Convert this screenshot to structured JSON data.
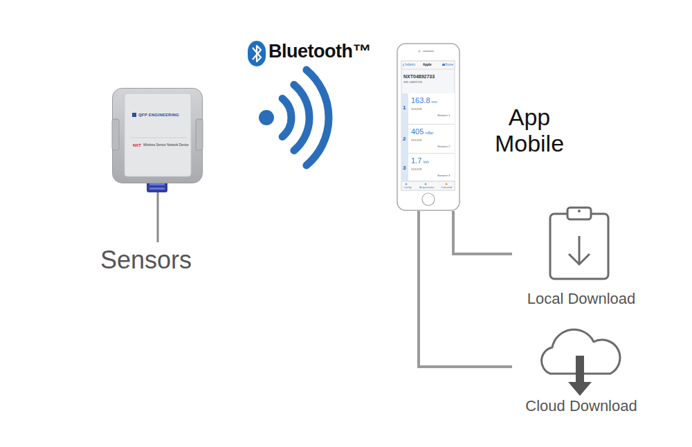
{
  "diagram": {
    "nodes": [
      {
        "text": [
          "QFP ENGINEERING",
          "NXT",
          "Wireless Sensor Network Device"
        ]
      },
      {
        "text": [
          "App Mobile",
          "Indietro",
          "Apple",
          "Home",
          "NXT04892733",
          "S/N: 04892733",
          "Config",
          "Acquisizioni",
          "Comandi"
        ]
      },
      {
        "text": [
          "1",
          "163.8",
          "mm",
          "11/12/18",
          "Sensore 1"
        ],
        "in": 1
      },
      {
        "text": [
          "2",
          "405",
          "mBar",
          "11/12/18",
          "Sensore 2"
        ],
        "in": 1
      },
      {
        "text": [
          "3",
          "1.7",
          "Volt",
          "11/12/18",
          "Sensore 3"
        ],
        "in": 1
      },
      {
        "text": [
          "Local Download"
        ]
      },
      {
        "text": [
          "Cloud Download"
        ]
      }
    ],
    "edges": [
      {
        "from": 1,
        "to": 5,
        "arrow": "none"
      },
      {
        "from": 1,
        "to": 6,
        "arrow": "none"
      }
    ],
    "labels": [
      "Bluetooth™",
      "Sensors"
    ]
  }
}
